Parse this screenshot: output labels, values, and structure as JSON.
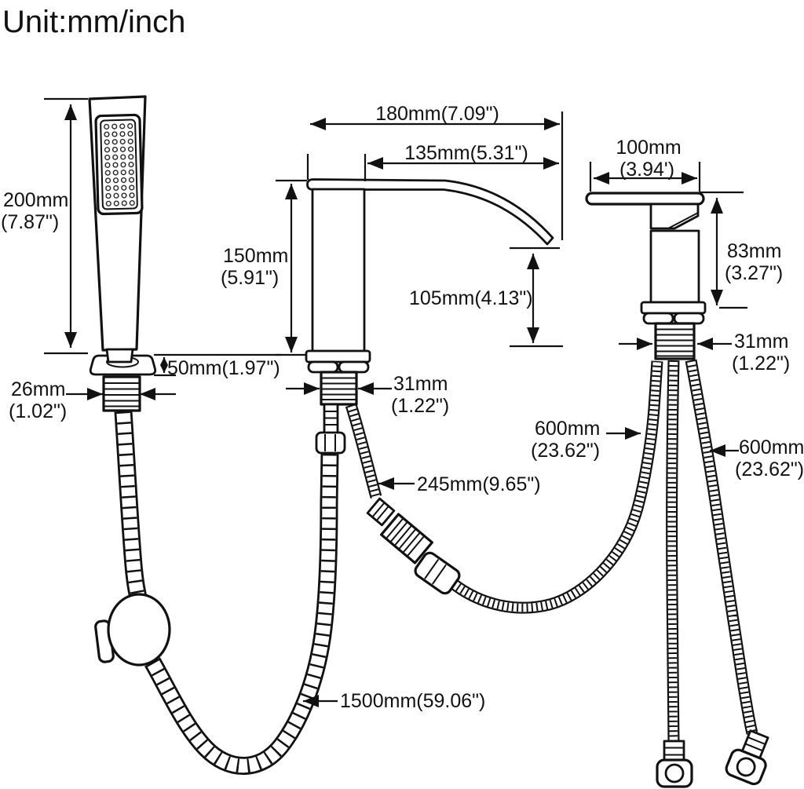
{
  "title": "Unit:mm/inch",
  "colors": {
    "ink": "#111111",
    "background": "#ffffff"
  },
  "dims": {
    "shower_length": {
      "mm": "200mm",
      "inch": "(7.87\")"
    },
    "base_height": {
      "label": "50mm(1.97\")"
    },
    "shower_thread": {
      "mm": "26mm",
      "inch": "(1.02\")"
    },
    "spout_reach_outer": {
      "label": "180mm(7.09\")"
    },
    "spout_reach_inner": {
      "label": "135mm(5.31\")"
    },
    "spout_height": {
      "mm": "150mm",
      "inch": "(5.91\")"
    },
    "spout_clearance": {
      "label": "105mm(4.13\")"
    },
    "spout_thread": {
      "mm": "31mm",
      "inch": "(1.22\")"
    },
    "handle_width": {
      "mm": "100mm",
      "inch": "(3.94')"
    },
    "handle_height": {
      "mm": "83mm",
      "inch": "(3.27\")"
    },
    "handle_thread": {
      "mm": "31mm",
      "inch": "(1.22\")"
    },
    "supply_hose_left": {
      "mm": "600mm",
      "inch": "(23.62\")"
    },
    "supply_hose_right": {
      "mm": "600mm",
      "inch": "(23.62\")"
    },
    "connector_hose": {
      "label": "245mm(9.65\")"
    },
    "shower_hose": {
      "label": "1500mm(59.06\")"
    }
  }
}
